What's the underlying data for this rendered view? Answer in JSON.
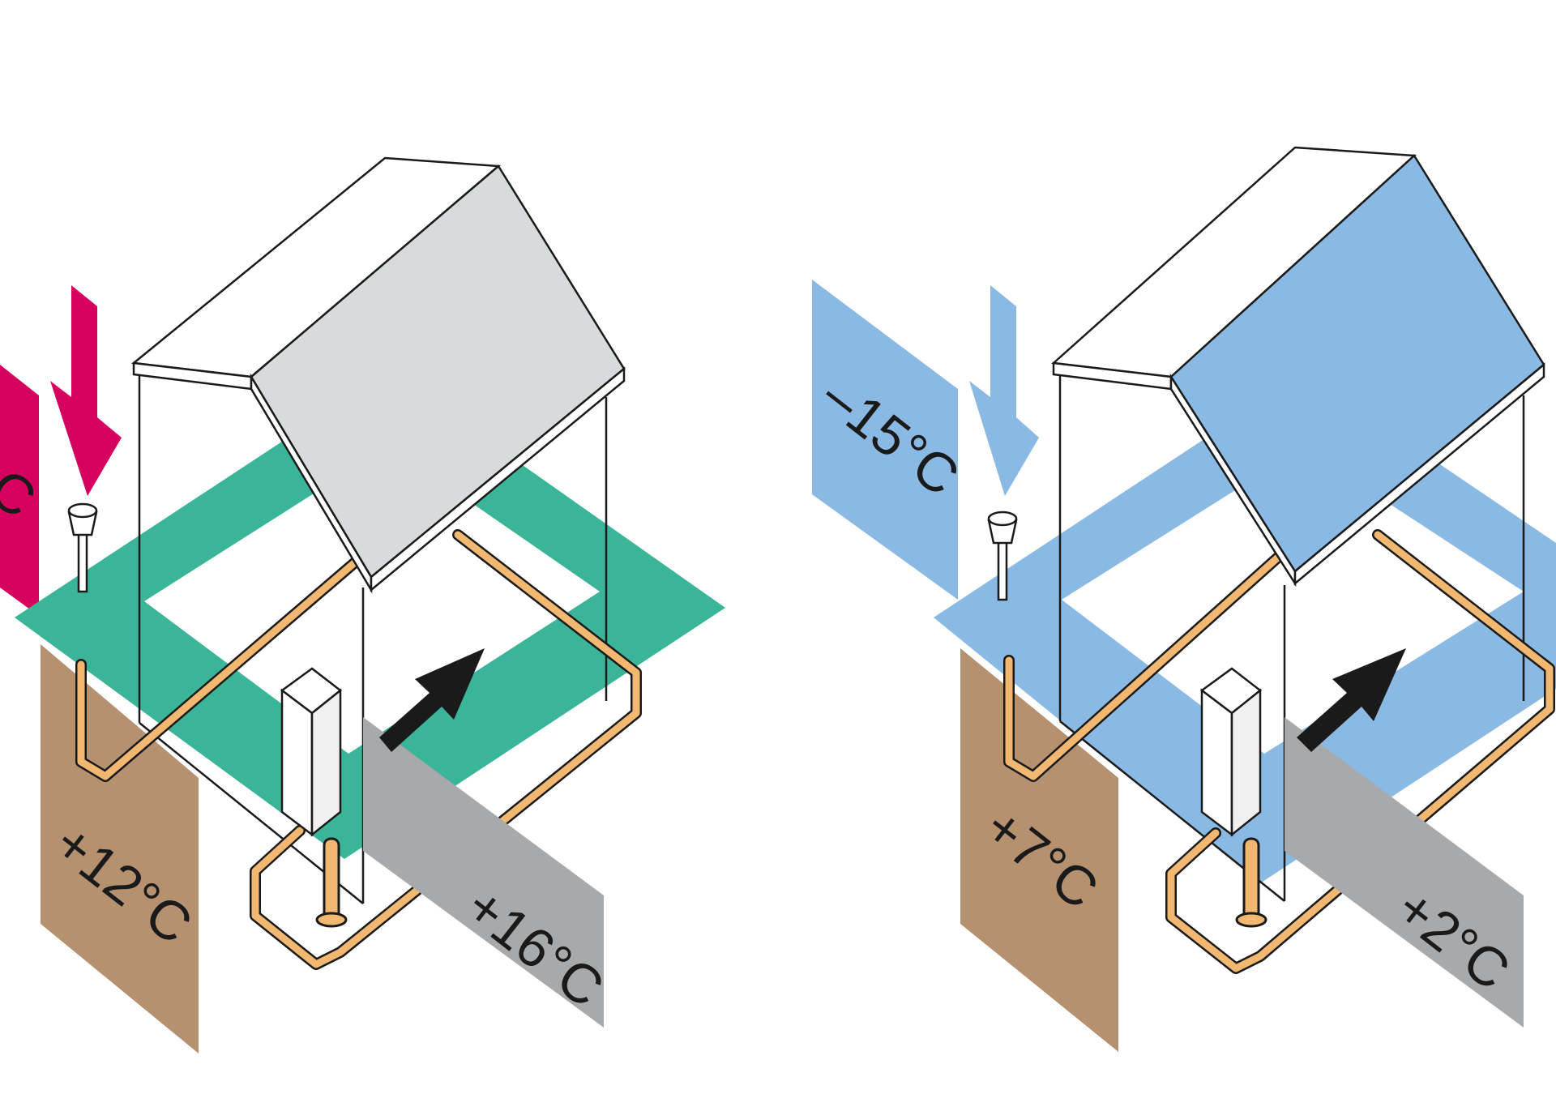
{
  "colors": {
    "warm_accent": "#d6005e",
    "summer_ground_frame": "#3bb597",
    "winter_ground_frame": "#8ab9e3",
    "winter_roof": "#8ab9e3",
    "summer_roof": "#d8dbdb",
    "soil": "#b5916f",
    "supply_band": "#a7a9ab",
    "pipe": "#f2b872",
    "arrow": "#1a1a1a"
  },
  "icons": {
    "left_air_arrow": "down-arrow-icon",
    "right_air_arrow": "down-arrow-icon",
    "airflow_arrow": "diagonal-arrow-icon",
    "intake_vent": "air-intake-icon"
  },
  "summer": {
    "outdoor_label": "C",
    "ground_label": "+12°C",
    "supply_label": "+16°C"
  },
  "winter": {
    "outdoor_label": "–15°C",
    "ground_label": "+7°C",
    "supply_label": "+2°C"
  }
}
